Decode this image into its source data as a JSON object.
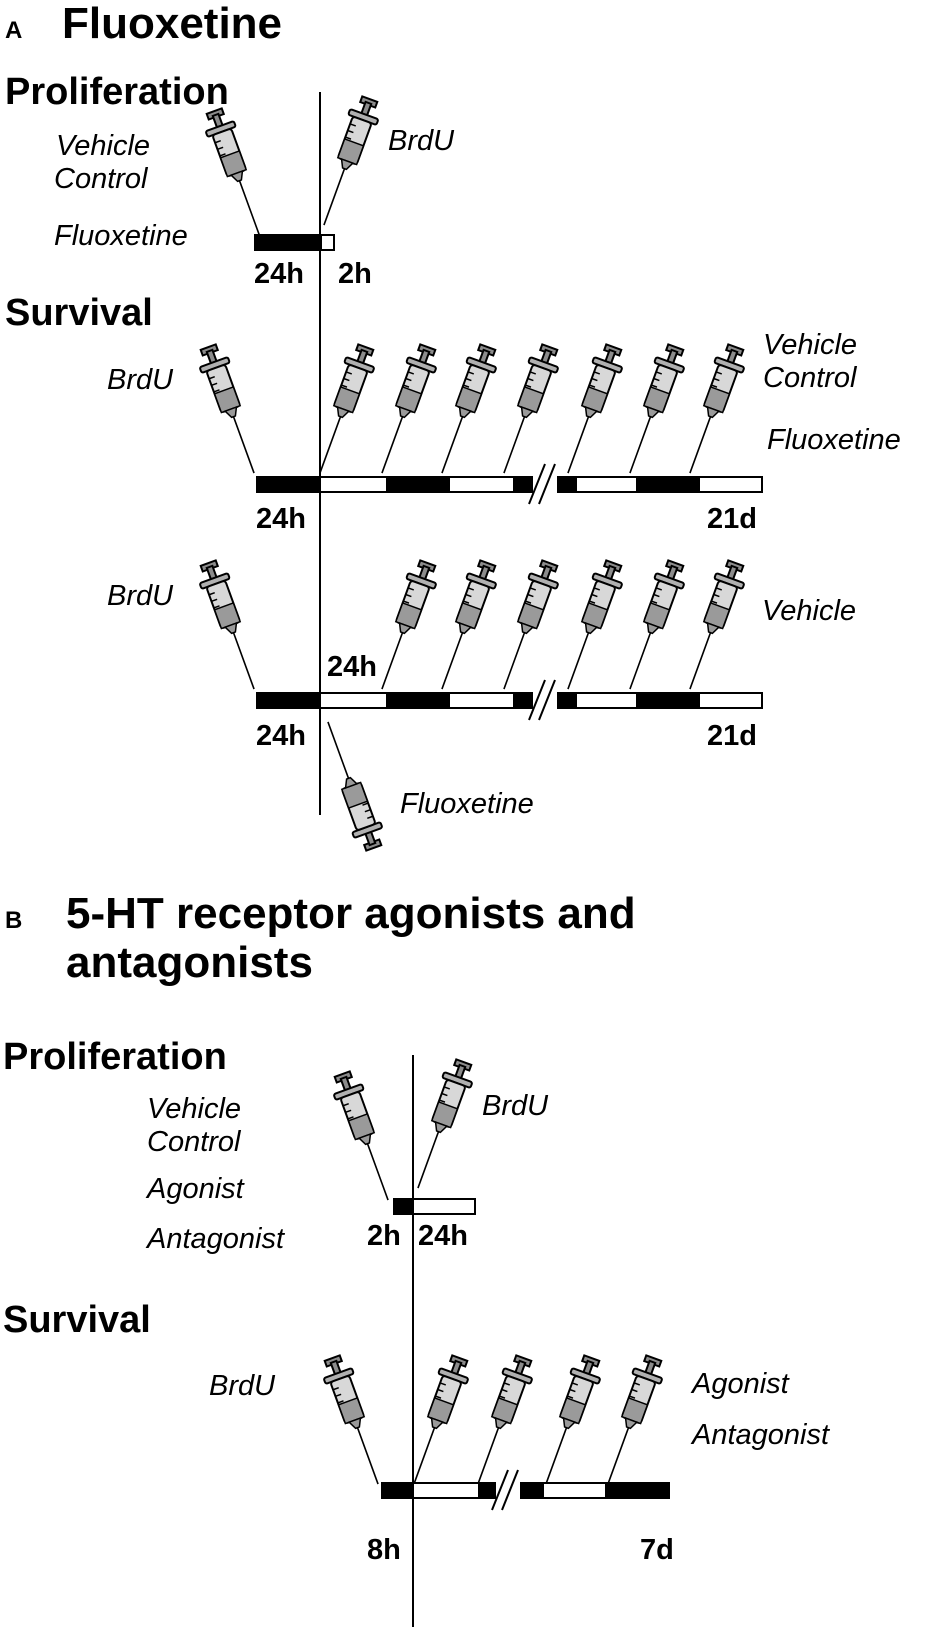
{
  "panel_a": {
    "letter": "A",
    "title": "Fluoxetine",
    "proliferation": {
      "heading": "Proliferation",
      "treatment_labels": [
        "Vehicle",
        "Control",
        "Fluoxetine"
      ],
      "injection_label": "BrdU",
      "times": [
        "24h",
        "2h"
      ]
    },
    "survival": {
      "heading": "Survival",
      "row1": {
        "injection_label": "BrdU",
        "treatment_labels": [
          "Vehicle",
          "Control",
          "Fluoxetine"
        ],
        "start": "24h",
        "end": "21d"
      },
      "row2": {
        "injection_label": "BrdU",
        "treatment_label": "Vehicle",
        "delay": "24h",
        "start": "24h",
        "end": "21d",
        "single_injection_label": "Fluoxetine"
      }
    }
  },
  "panel_b": {
    "letter": "B",
    "title_line1": "5-HT receptor agonists and",
    "title_line2": "antagonists",
    "proliferation": {
      "heading": "Proliferation",
      "treatment_labels": [
        "Vehicle",
        "Control",
        "Agonist",
        "Antagonist"
      ],
      "injection_label": "BrdU",
      "times": [
        "2h",
        "24h"
      ]
    },
    "survival": {
      "heading": "Survival",
      "injection_label": "BrdU",
      "treatment_labels": [
        "Agonist",
        "Antagonist"
      ],
      "start": "8h",
      "end": "7d"
    }
  },
  "icons": {
    "syringe": "syringe-icon",
    "break": "axis-break-icon"
  },
  "colors": {
    "ink": "#000000",
    "syringe_body": "#d8d8d8",
    "syringe_fluid": "#9a9a9a"
  }
}
